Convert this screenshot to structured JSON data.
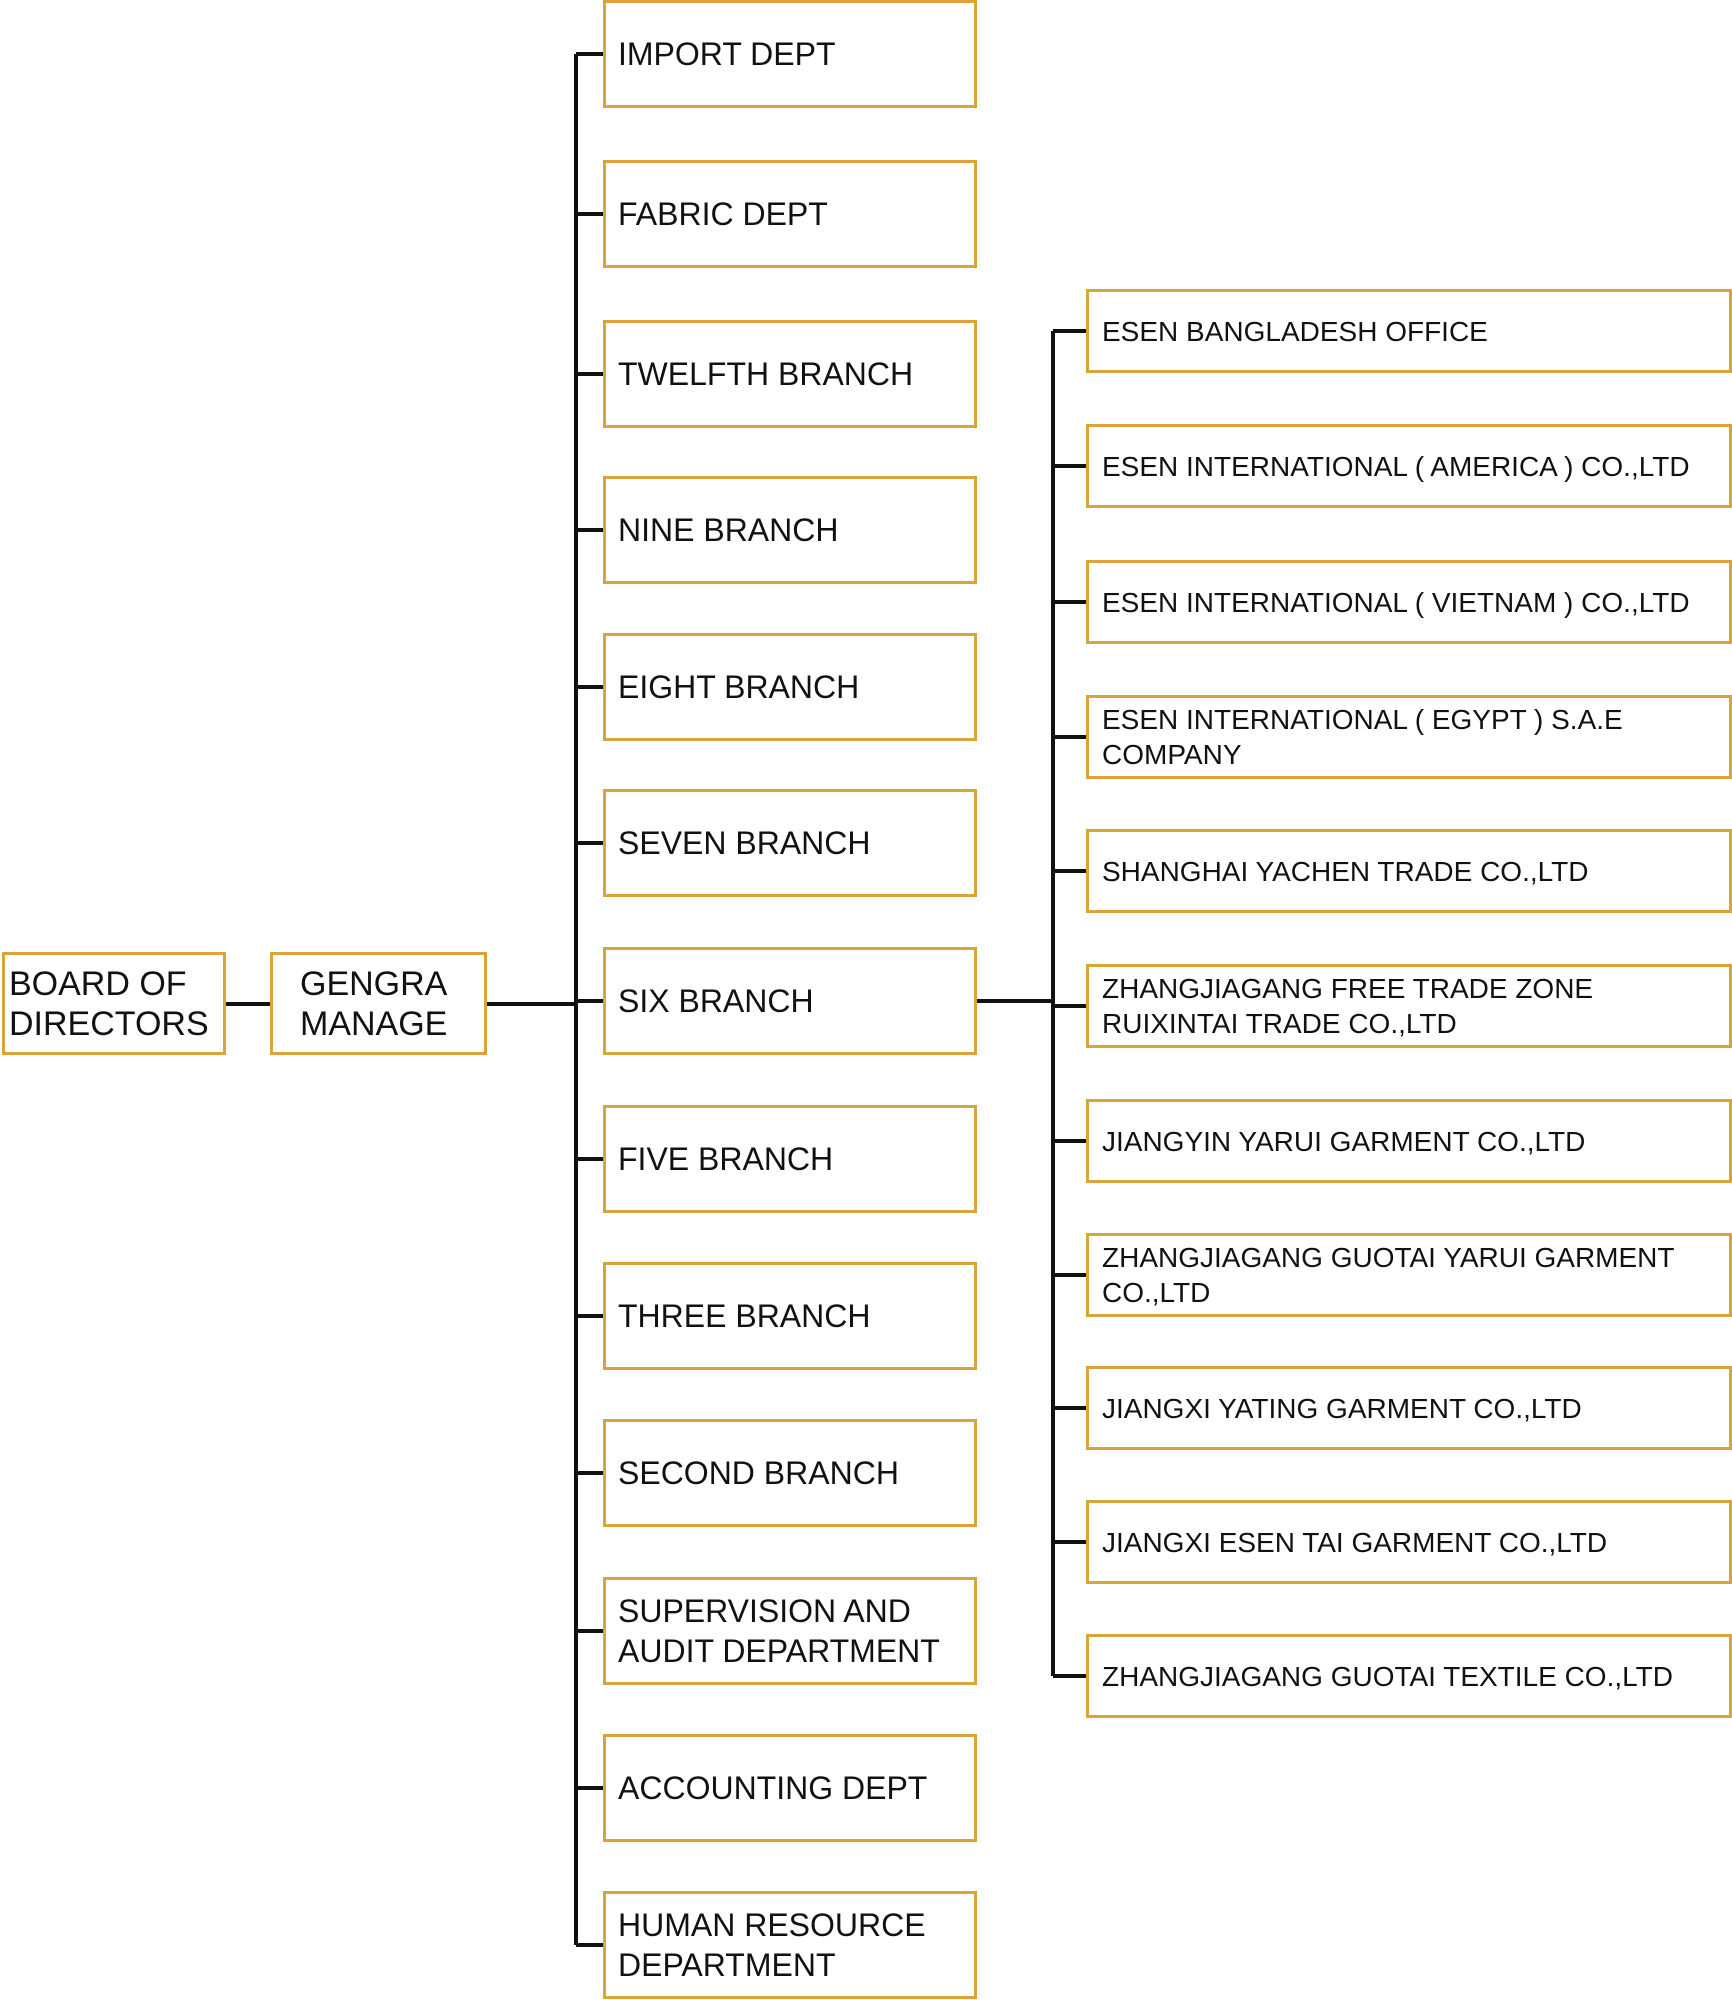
{
  "root": {
    "label": "BOARD OF\nDIRECTORS"
  },
  "manager": {
    "label": "GENGRA\nMANAGE"
  },
  "departments": [
    {
      "label": "IMPORT  DEPT"
    },
    {
      "label": "FABRIC  DEPT"
    },
    {
      "label": "TWELFTH BRANCH"
    },
    {
      "label": "NINE BRANCH"
    },
    {
      "label": "EIGHT BRANCH"
    },
    {
      "label": "SEVEN BRANCH"
    },
    {
      "label": "SIX BRANCH"
    },
    {
      "label": "FIVE BRANCH"
    },
    {
      "label": "THREE BRANCH"
    },
    {
      "label": "SECOND BRANCH"
    },
    {
      "label": "SUPERVISION  AND\nAUDIT  DEPARTMENT"
    },
    {
      "label": "ACCOUNTING  DEPT"
    },
    {
      "label": "HUMAN  RESOURCE\nDEPARTMENT"
    }
  ],
  "subsidiaries": [
    {
      "label": "ESEN BANGLADESH OFFICE"
    },
    {
      "label": "ESEN  INTERNATIONAL ( AMERICA ) CO.,LTD"
    },
    {
      "label": "ESEN  INTERNATIONAL ( VIETNAM ) CO.,LTD"
    },
    {
      "label": "ESEN INTERNATIONAL ( EGYPT ) S.A.E\nCOMPANY"
    },
    {
      "label": "SHANGHAI YACHEN TRADE CO.,LTD"
    },
    {
      "label": "ZHANGJIAGANG FREE TRADE ZONE\nRUIXINTAI TRADE CO.,LTD"
    },
    {
      "label": "JIANGYIN YARUI GARMENT CO.,LTD"
    },
    {
      "label": "ZHANGJIAGANG GUOTAI YARUI GARMENT\n CO.,LTD"
    },
    {
      "label": "JIANGXI YATING GARMENT CO.,LTD"
    },
    {
      "label": "JIANGXI ESEN TAI GARMENT CO.,LTD"
    },
    {
      "label": "ZHANGJIAGANG GUOTAI TEXTILE CO.,LTD"
    }
  ],
  "colors": {
    "box_border": "#d9a53b",
    "connector": "#111111",
    "text": "#111111"
  }
}
